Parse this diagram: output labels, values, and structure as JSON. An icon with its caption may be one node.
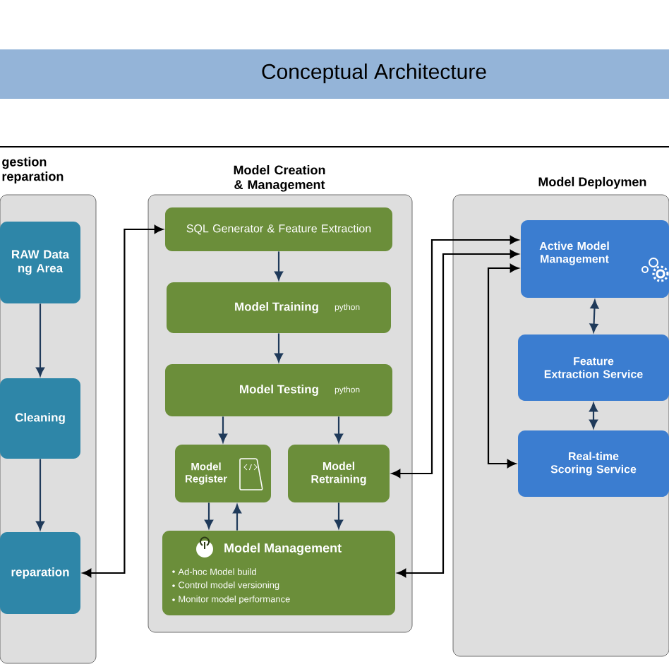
{
  "diagram": {
    "title": "Conceptual Architecture",
    "nodes": [
      {
        "text": [
          "gestion reparation"
        ]
      },
      {
        "text": [
          "RAW Data ng Area"
        ],
        "in": 0
      },
      {
        "text": [
          "Cleaning"
        ],
        "in": 0
      },
      {
        "text": [
          "reparation"
        ],
        "in": 0
      },
      {
        "text": [
          "Model Creation & Management"
        ]
      },
      {
        "text": [
          "SQL Generator & Feature Extraction"
        ],
        "in": 4
      },
      {
        "text": [
          "Model Training",
          "python"
        ],
        "in": 4
      },
      {
        "text": [
          "Model Testing",
          "python"
        ],
        "in": 4
      },
      {
        "text": [
          "Model Register"
        ],
        "in": 4
      },
      {
        "text": [
          "Model Retraining"
        ],
        "in": 4
      },
      {
        "text": [
          "Model Management",
          "Ad-hoc Model build",
          "Control model versioning",
          "Monitor model performance"
        ],
        "in": 4
      },
      {
        "text": [
          "Model Deploymen"
        ]
      },
      {
        "text": [
          "Active Model Management"
        ],
        "in": 11
      },
      {
        "text": [
          "Feature Extraction Service"
        ],
        "in": 11
      },
      {
        "text": [
          "Real-time Scoring Service"
        ],
        "in": 11
      }
    ],
    "edges": [
      {
        "from": 1,
        "to": 2,
        "arrow": "to"
      },
      {
        "from": 2,
        "to": 3,
        "arrow": "to"
      },
      {
        "from": 3,
        "to": 5,
        "arrow": "both",
        "color": "#000000"
      },
      {
        "from": 5,
        "to": 6,
        "arrow": "to"
      },
      {
        "from": 6,
        "to": 7,
        "arrow": "to"
      },
      {
        "from": 7,
        "to": 8,
        "arrow": "to"
      },
      {
        "from": 7,
        "to": 9,
        "arrow": "to"
      },
      {
        "from": 8,
        "to": 10,
        "arrow": "to"
      },
      {
        "from": 10,
        "to": 8,
        "arrow": "to"
      },
      {
        "from": 9,
        "to": 10,
        "arrow": "to"
      },
      {
        "from": 9,
        "to": 12,
        "arrow": "both",
        "color": "#000000"
      },
      {
        "from": 10,
        "to": 12,
        "arrow": "both",
        "color": "#000000"
      },
      {
        "from": 12,
        "to": 14,
        "arrow": "both",
        "color": "#000000"
      },
      {
        "from": 12,
        "to": 13,
        "arrow": "both"
      },
      {
        "from": 13,
        "to": 14,
        "arrow": "both"
      }
    ]
  }
}
